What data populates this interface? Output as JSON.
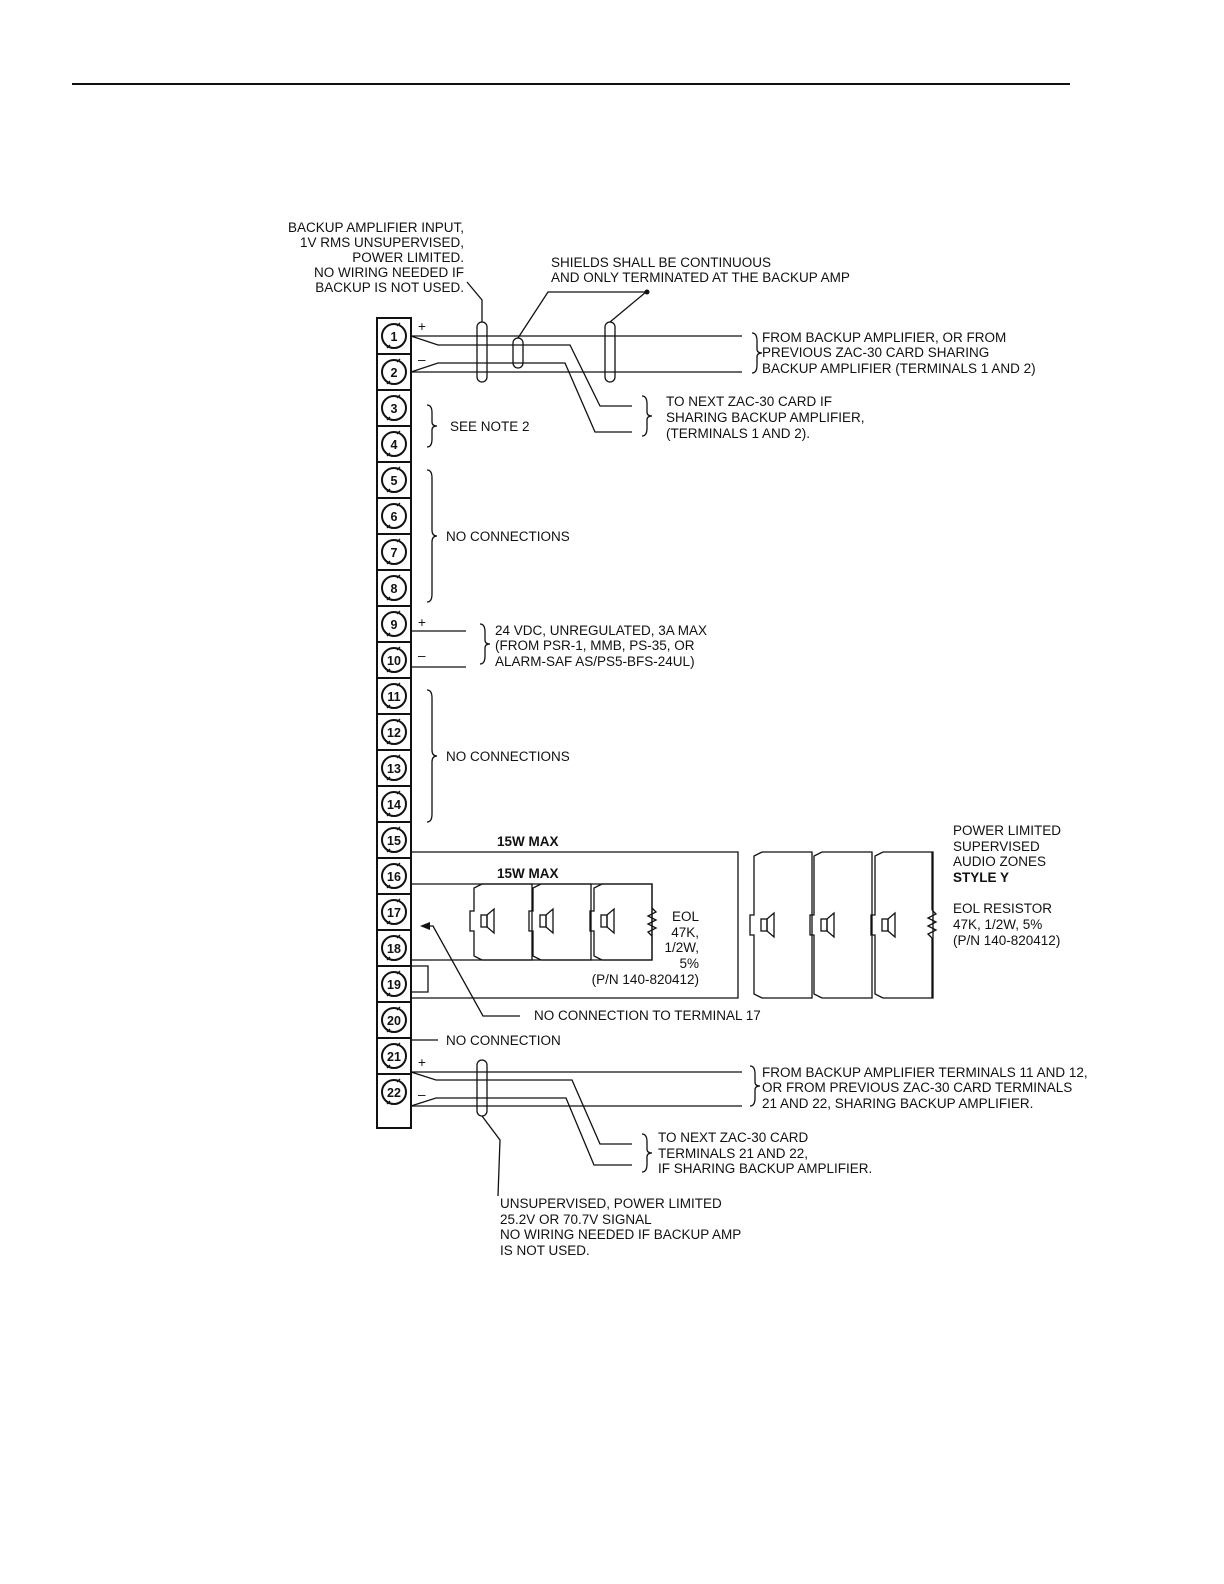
{
  "terminals": [
    "1",
    "2",
    "3",
    "4",
    "5",
    "6",
    "7",
    "8",
    "9",
    "10",
    "11",
    "12",
    "13",
    "14",
    "15",
    "16",
    "17",
    "18",
    "19",
    "20",
    "21",
    "22"
  ],
  "notes": {
    "backup_input": [
      "BACKUP AMPLIFIER INPUT,",
      "1V RMS UNSUPERVISED,",
      "POWER LIMITED.",
      "NO WIRING NEEDED IF",
      "BACKUP IS NOT USED."
    ],
    "shields": [
      "SHIELDS SHALL BE CONTINUOUS",
      "AND ONLY TERMINATED AT THE BACKUP AMP"
    ],
    "from_backup_1": [
      "FROM BACKUP AMPLIFIER, OR FROM",
      "PREVIOUS ZAC-30 CARD SHARING",
      "BACKUP AMPLIFIER (TERMINALS 1 AND 2)"
    ],
    "to_next_1": [
      "TO NEXT ZAC-30 CARD IF",
      "SHARING BACKUP AMPLIFIER,",
      "(TERMINALS 1 AND 2)."
    ],
    "see_note_2": "SEE NOTE 2",
    "no_connections_a": "NO CONNECTIONS",
    "power_24v": [
      "24 VDC, UNREGULATED, 3A MAX",
      "(FROM PSR-1, MMB, PS-35, OR",
      "ALARM-SAF AS/PS5-BFS-24UL)"
    ],
    "no_connections_b": "NO CONNECTIONS",
    "max_15w_a": "15W MAX",
    "max_15w_b": "15W MAX",
    "style_y": [
      "POWER LIMITED",
      "SUPERVISED",
      "AUDIO ZONES",
      "STYLE Y"
    ],
    "eol_resistor": [
      "EOL RESISTOR",
      "47K, 1/2W, 5%",
      "(P/N 140-820412)"
    ],
    "eol_small": [
      "EOL",
      "47K,",
      "1/2W,",
      "5%",
      "(P/N 140-820412)"
    ],
    "no_connection_17": "NO CONNECTION TO TERMINAL 17",
    "no_connection_20": "NO CONNECTION",
    "from_backup_21": [
      "FROM BACKUP AMPLIFIER TERMINALS 11 AND 12,",
      "OR FROM PREVIOUS ZAC-30 CARD TERMINALS",
      "21 AND 22, SHARING BACKUP AMPLIFIER."
    ],
    "to_next_21": [
      "TO NEXT ZAC-30 CARD",
      "TERMINALS 21 AND 22,",
      "IF SHARING BACKUP AMPLIFIER."
    ],
    "unsupervised": [
      "UNSUPERVISED, POWER LIMITED",
      "25.2V OR 70.7V SIGNAL",
      "NO WIRING NEEDED IF BACKUP AMP",
      "IS NOT USED."
    ],
    "plus": "+",
    "minus": "–"
  }
}
